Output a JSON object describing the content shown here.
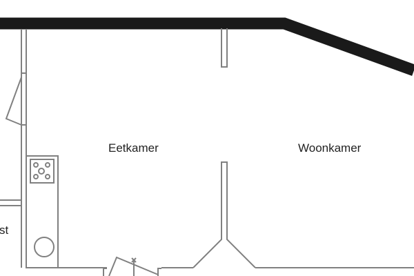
{
  "rooms": {
    "dining": "Eetkamer",
    "living": "Woonkamer",
    "partial_left": "st"
  },
  "colors": {
    "roof": "#1a1a1a",
    "wall": "#808080",
    "text": "#222222"
  }
}
